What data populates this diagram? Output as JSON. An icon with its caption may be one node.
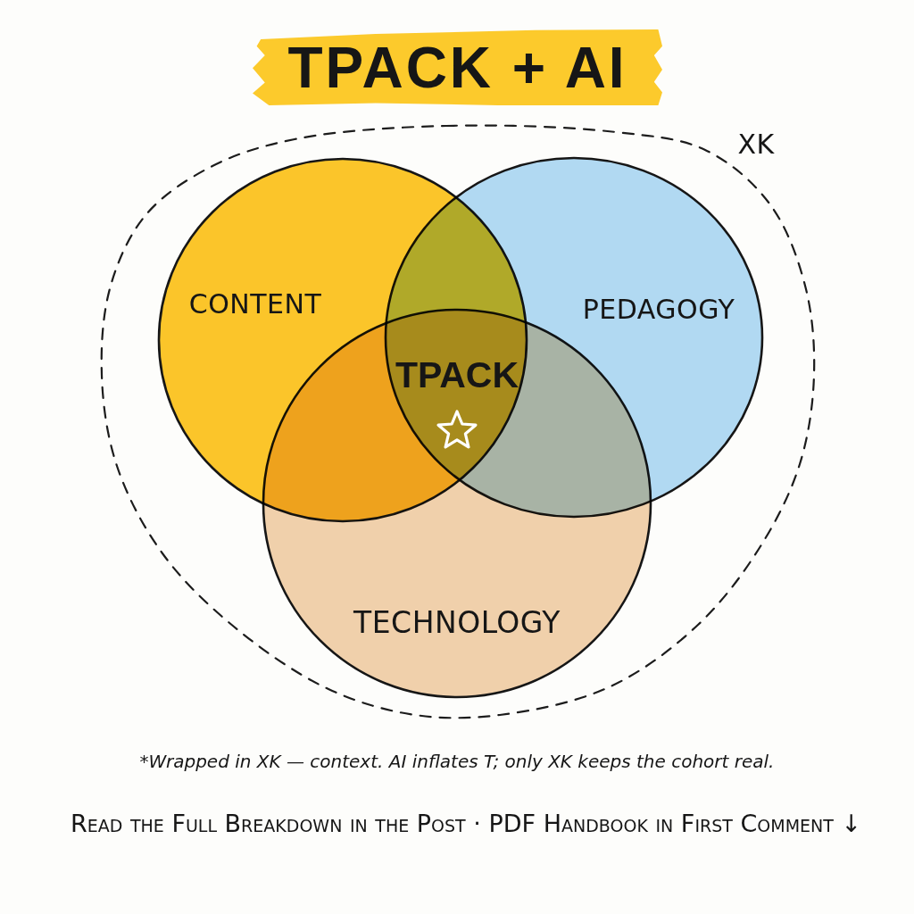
{
  "diagram": {
    "title": "TPACK + AI",
    "nodes": [
      {
        "text": [
          "XK"
        ]
      },
      {
        "text": [
          "CONTENT"
        ],
        "in": 0
      },
      {
        "text": [
          "PEDAGOGY"
        ],
        "in": 0
      },
      {
        "text": [
          "TECHNOLOGY"
        ],
        "in": 0
      }
    ],
    "labels": [
      "TPACK",
      "*Wrapped in XK — context. AI inflates T; only XK keeps the cohort real.",
      "Read the Full Breakdown in the Post · PDF Handbook in First Comment ↓"
    ]
  }
}
